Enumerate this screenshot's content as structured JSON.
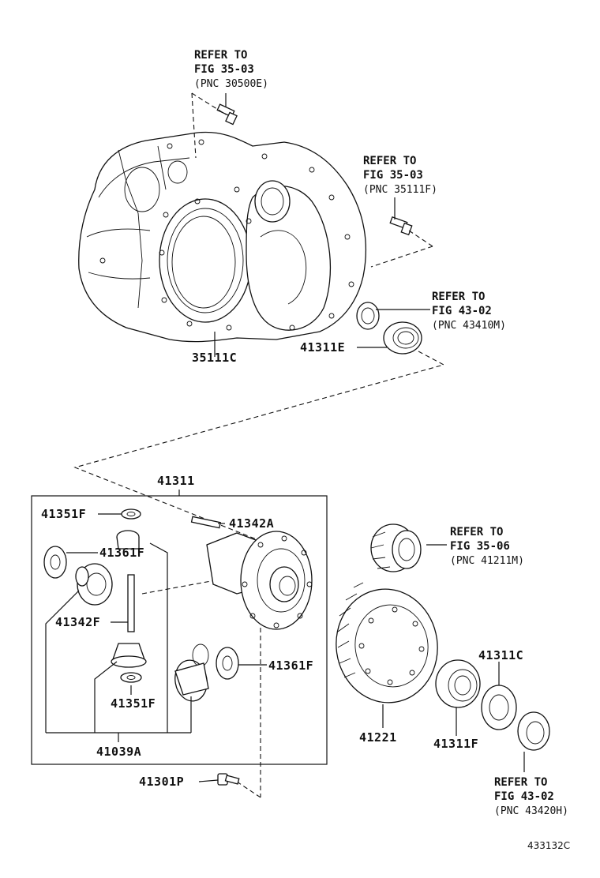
{
  "refs": {
    "r1": {
      "l1": "REFER TO",
      "l2": "FIG 35-03",
      "l3": "(PNC 30500E)"
    },
    "r2": {
      "l1": "REFER TO",
      "l2": "FIG 35-03",
      "l3": "(PNC 35111F)"
    },
    "r3": {
      "l1": "REFER TO",
      "l2": "FIG 43-02",
      "l3": "(PNC 43410M)"
    },
    "r4": {
      "l1": "REFER TO",
      "l2": "FIG 35-06",
      "l3": "(PNC 41211M)"
    },
    "r5": {
      "l1": "REFER TO",
      "l2": "FIG 43-02",
      "l3": "(PNC 43420H)"
    }
  },
  "parts": {
    "p35111C": "35111C",
    "p41311E": "41311E",
    "p41311": "41311",
    "p41351F_top": "41351F",
    "p41342A": "41342A",
    "p41361F_left": "41361F",
    "p41342F": "41342F",
    "p41351F_bottom": "41351F",
    "p41361F_right": "41361F",
    "p41039A": "41039A",
    "p41301P": "41301P",
    "p41221": "41221",
    "p41311C": "41311C",
    "p41311F": "41311F"
  },
  "figure_id": "433132C"
}
